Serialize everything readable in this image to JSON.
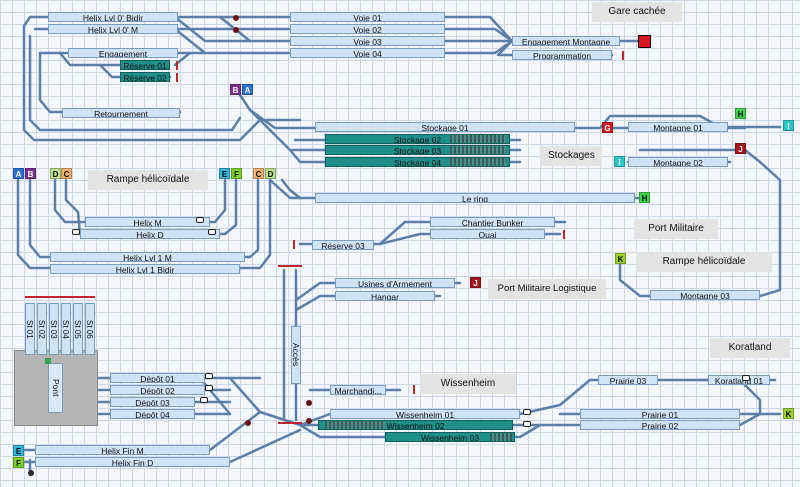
{
  "labels": {
    "gare_cachee": "Gare cachée",
    "stockages": "Stockages",
    "rampe_1": "Rampe hélicoïdale",
    "rampe_2": "Rampe hélicoïdale",
    "port_militaire": "Port Militaire",
    "port_logistique": "Port Militaire Logistique",
    "koratland": "Koratland",
    "wissenheim": "Wissenheim"
  },
  "blocks": {
    "helix_lvl0_bidir": "Helix Lvl 0' Bidir",
    "helix_lvl0_m": "Helix Lvl 0' M",
    "voie01": "Voie 01",
    "voie02": "Voie 02",
    "voie03": "Voie 03",
    "voie04": "Voie 04",
    "engagement": "Engagement",
    "reserve01": "Réserve 01",
    "reserve02": "Réserve 02",
    "engagement_montagne": "Engagement Montagne",
    "programmation": "Programmation",
    "retournement": "Retournement",
    "stockage01": "Stockage 01",
    "stockage02": "Stockage 02",
    "stockage03": "Stockage 03",
    "stockage04": "Stockage 04",
    "montagne01": "Montagne 01",
    "montagne02": "Montagne 02",
    "helix_m": "Helix M",
    "helix_d": "Helix D",
    "le_ring": "Le ring",
    "chantier_bunker": "Chantier Bunker",
    "quai": "Quai",
    "reserve03": "Réserve 03",
    "helix_lvl1_m": "Helix Lvl 1 M",
    "helix_lvl1_bidir": "Helix Lvl 1 Bidir",
    "montagne03": "Montagne 03",
    "usines": "Usines d'Armement",
    "hangar": "Hangar",
    "acces": "Accès",
    "depot01": "Dépôt 01",
    "depot02": "Dépôt 02",
    "depot03": "Dépôt 03",
    "depot04": "Dépôt 04",
    "pont": "Pont",
    "marchandi": "Marchandi...",
    "wissenheim01": "Wissenheim 01",
    "wissenheim02": "Wissenheim 02",
    "wissenheim03": "Wissenheim 03",
    "prairie01": "Prairie 01",
    "prairie02": "Prairie 02",
    "prairie03": "Prairie 03",
    "koratland01": "Koratland 01",
    "helix_fin_m": "Helix Fin M",
    "helix_fin_d": "Helix Fin D"
  },
  "sidings": [
    "St 01",
    "St 02",
    "St 03",
    "St 04",
    "St 05",
    "St 06"
  ],
  "tags": [
    {
      "text": "B",
      "color": "#7d2f8f"
    },
    {
      "text": "A",
      "color": "#2b6fd6"
    },
    {
      "text": "A",
      "color": "#2b6fd6"
    },
    {
      "text": "B",
      "color": "#7d2f8f"
    },
    {
      "text": "D",
      "color": "#b9e08a"
    },
    {
      "text": "C",
      "color": "#f3b26b"
    },
    {
      "text": "E",
      "color": "#36b3d9"
    },
    {
      "text": "F",
      "color": "#7ccf2a"
    },
    {
      "text": "C",
      "color": "#f3b26b"
    },
    {
      "text": "D",
      "color": "#b9e08a"
    },
    {
      "text": "G",
      "color": "#d9151f"
    },
    {
      "text": "H",
      "color": "#3cd34a"
    },
    {
      "text": "I",
      "color": "#2ec7c9"
    },
    {
      "text": "I",
      "color": "#2ec7c9"
    },
    {
      "text": "J",
      "color": "#a3151b"
    },
    {
      "text": "H",
      "color": "#3cd34a"
    },
    {
      "text": "K",
      "color": "#9bcf2a"
    },
    {
      "text": "J",
      "color": "#a3151b"
    },
    {
      "text": "K",
      "color": "#9bcf2a"
    },
    {
      "text": "E",
      "color": "#36b3d9"
    },
    {
      "text": "F",
      "color": "#7ccf2a"
    }
  ],
  "colors": {
    "track": "#5b7fa6",
    "block": "#cfe3f5",
    "block_occupied": "#1f8f8a",
    "buffer_stop": "#c0262d",
    "signal": "#6b0f10"
  }
}
